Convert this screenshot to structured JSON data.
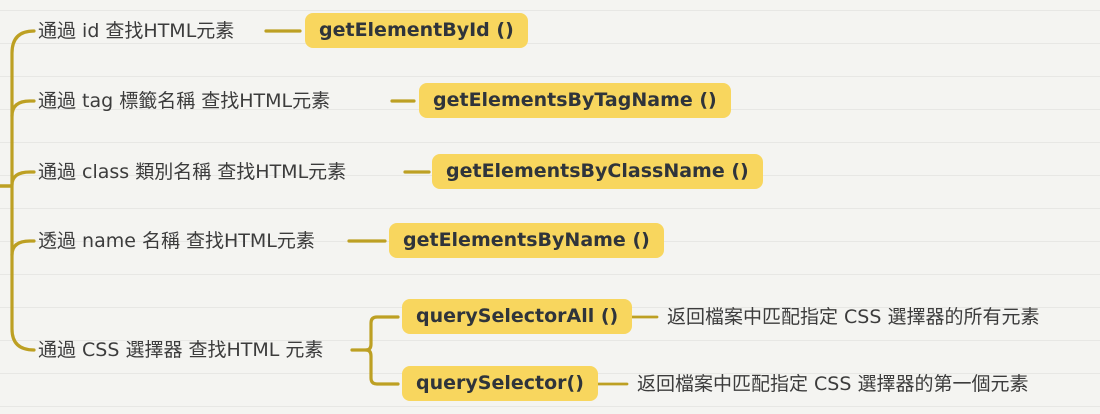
{
  "theme": {
    "background": "#f4f4f1",
    "paper_line": "#e7e6e2",
    "node_fill": "#f8d65e",
    "connector": "#bda023",
    "label_text": "#3c3c3c",
    "method_text": "#2f343b"
  },
  "mindmap": {
    "branches": [
      {
        "label": "通過 id 查找HTML元素",
        "method": "getElementById ()"
      },
      {
        "label": "通過 tag 標籤名稱 查找HTML元素",
        "method": "getElementsByTagName ()"
      },
      {
        "label": "通過 class 類別名稱 查找HTML元素",
        "method": "getElementsByClassName ()"
      },
      {
        "label": "透過 name 名稱 查找HTML元素",
        "method": "getElementsByName ()"
      },
      {
        "label": "通過 CSS 選擇器 查找HTML 元素",
        "children": [
          {
            "method": "querySelectorAll ()",
            "description": "返回檔案中匹配指定 CSS 選擇器的所有元素"
          },
          {
            "method": "querySelector()",
            "description": "返回檔案中匹配指定 CSS 選擇器的第一個元素"
          }
        ]
      }
    ]
  }
}
